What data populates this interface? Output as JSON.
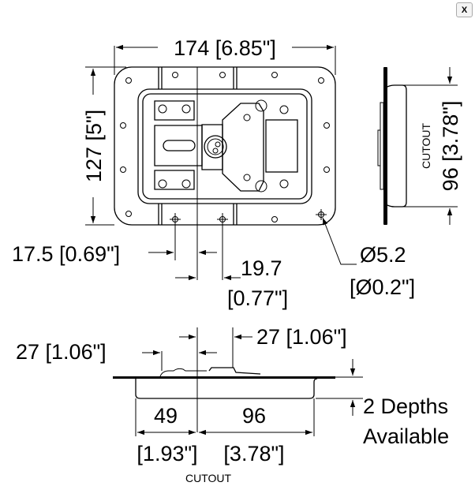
{
  "close_button": {
    "label": "X"
  },
  "top_view": {
    "width_dim": "174 [6.85\"]",
    "height_dim": "127 [5\"]",
    "hole_offset_dim": "17.5 [0.69\"]",
    "hole_spacing_dim_mm": "19.7",
    "hole_spacing_dim_in": "[0.77\"]",
    "hole_diameter_mm": "Ø5.2",
    "hole_diameter_in": "[Ø0.2\"]"
  },
  "side_view": {
    "cutout_label": "CUTOUT",
    "cutout_dim": "96 [3.78\"]"
  },
  "bottom_view": {
    "left_offset_dim": "27 [1.06\"]",
    "right_offset_dim": "27 [1.06\"]",
    "left_cutout_mm": "49",
    "right_cutout_mm": "96",
    "left_cutout_in": "[1.93\"]",
    "right_cutout_in": "[3.78\"]",
    "cutout_label": "CUTOUT",
    "depths_line1": "2 Depths",
    "depths_line2": "Available"
  }
}
